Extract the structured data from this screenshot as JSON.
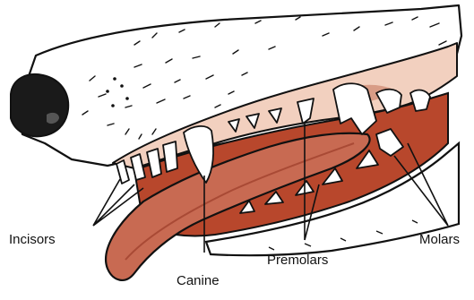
{
  "labels": {
    "incisors": "Incisors",
    "canine": "Canine",
    "premolars": "Premolars",
    "molars": "Molars"
  },
  "colors": {
    "outline": "#111111",
    "fur": "#ffffff",
    "nose": "#1a1a1a",
    "gum": "#f2d0bf",
    "gum_shade": "#d89c86",
    "mouth_interior": "#b8472c",
    "tongue": "#c86a52",
    "tongue_shade": "#a94a35",
    "tooth": "#ffffff"
  },
  "icons": [
    "dog-jaw-illustration"
  ]
}
